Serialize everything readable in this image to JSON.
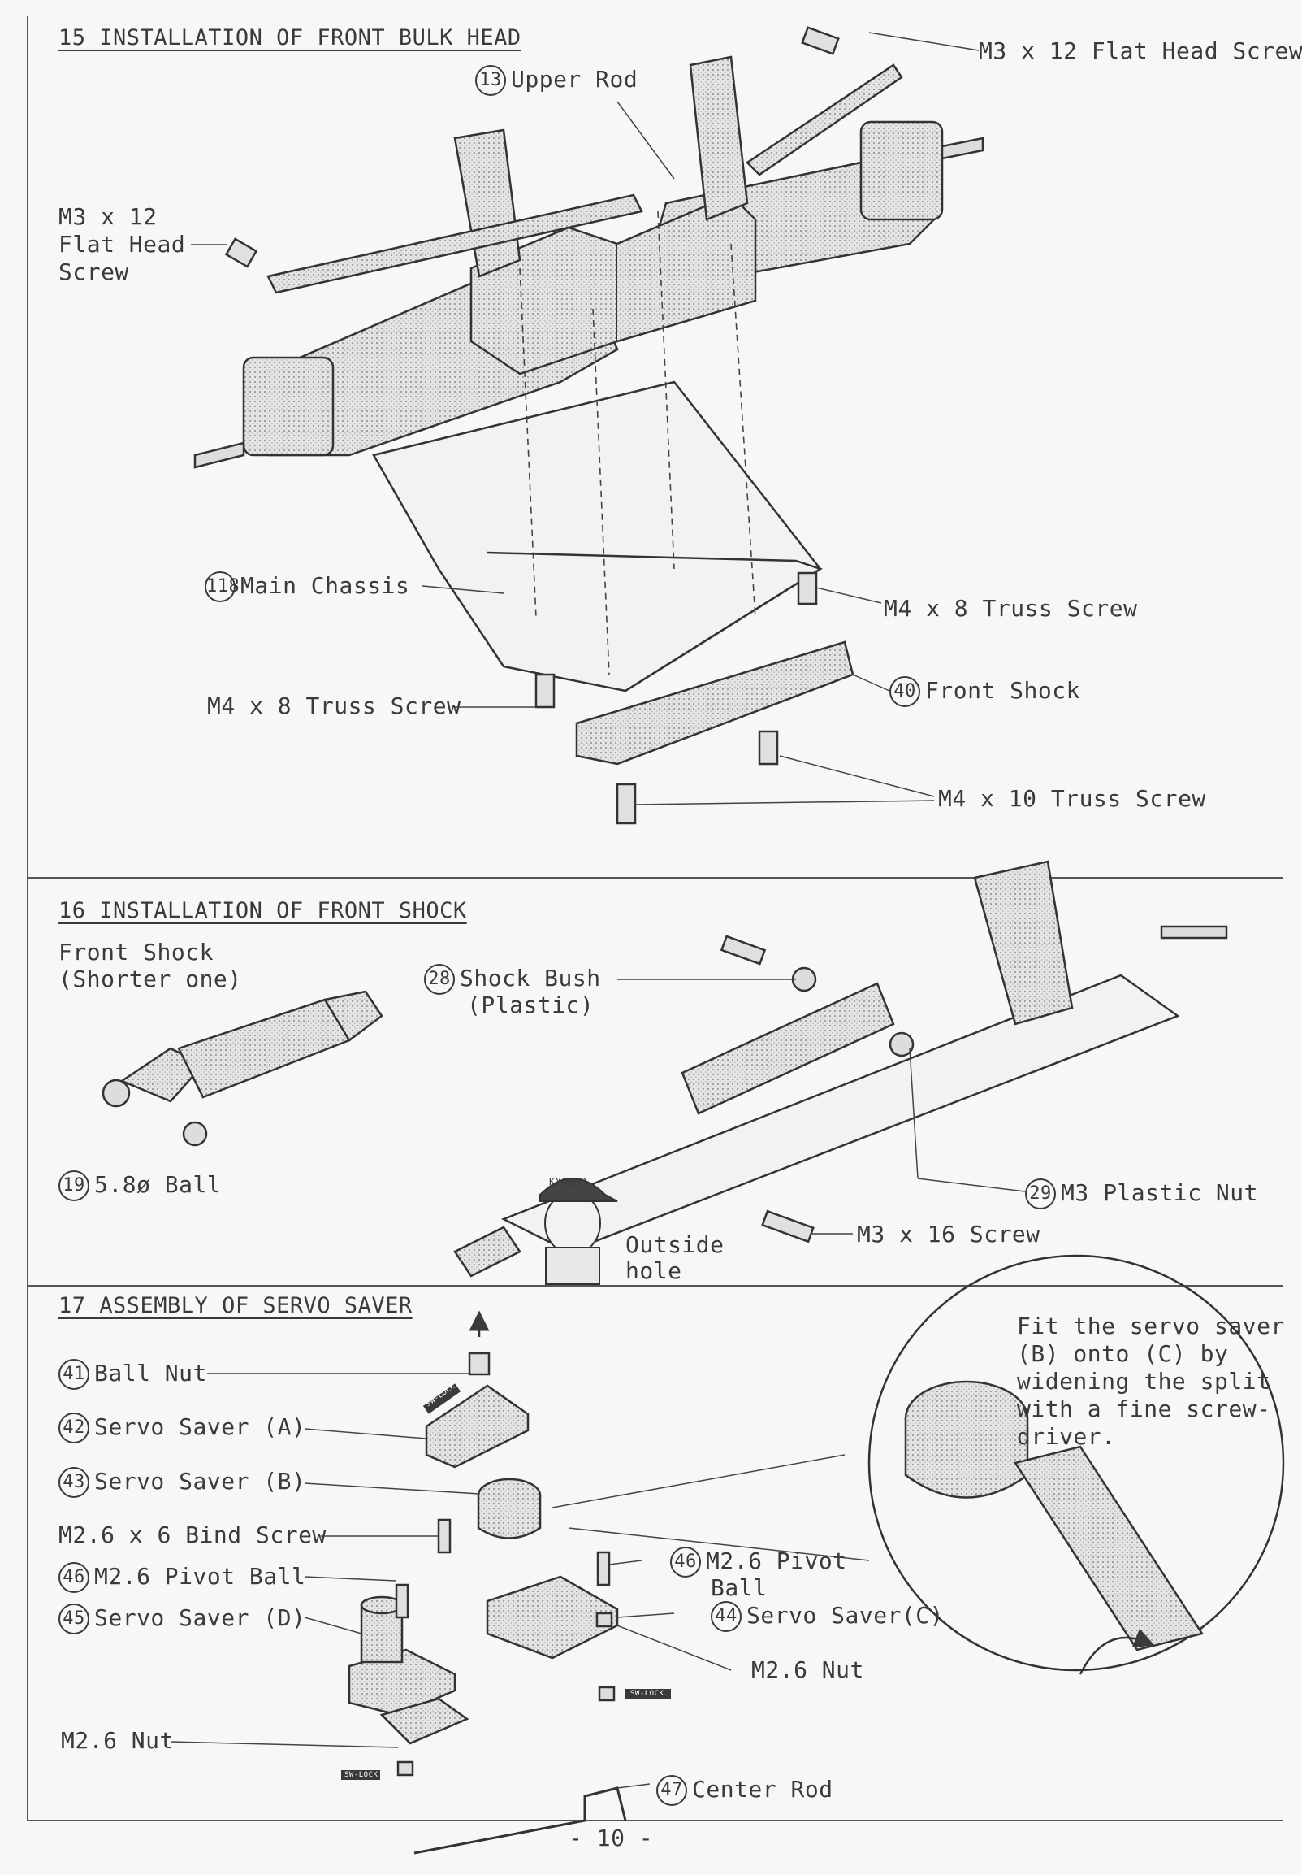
{
  "sections": {
    "s15": {
      "title": "15 INSTALLATION OF FRONT BULK HEAD",
      "labels": {
        "flat_screw_top": "M3 x 12 Flat Head Screw",
        "upper_rod_num": "13",
        "upper_rod": "Upper Rod",
        "flat_screw_left_1": "M3 x 12",
        "flat_screw_left_2": "Flat Head",
        "flat_screw_left_3": "Screw",
        "main_chassis_num": "118",
        "main_chassis": "Main Chassis",
        "truss_right": "M4 x 8 Truss Screw",
        "front_shock_num": "40",
        "front_shock": "Front Shock",
        "truss_left": "M4 x 8 Truss Screw",
        "truss_m4x10": "M4 x 10 Truss Screw"
      }
    },
    "s16": {
      "title": "16 INSTALLATION OF FRONT SHOCK",
      "labels": {
        "front_shock_1": "Front Shock",
        "front_shock_2": "(Shorter one)",
        "shock_bush_num": "28",
        "shock_bush_1": "Shock Bush",
        "shock_bush_2": "(Plastic)",
        "ball_num": "19",
        "ball": "5.8ø Ball",
        "plastic_nut_num": "29",
        "plastic_nut": "M3 Plastic Nut",
        "screw_m3x16": "M3 x 16 Screw",
        "outside_1": "Outside",
        "outside_2": "hole",
        "cap_text": "KYOSHO"
      }
    },
    "s17": {
      "title": "17 ASSEMBLY OF SERVO SAVER",
      "labels": {
        "ball_nut_num": "41",
        "ball_nut": "Ball Nut",
        "saver_a_num": "42",
        "saver_a": "Servo Saver (A)",
        "saver_b_num": "43",
        "saver_b": "Servo Saver (B)",
        "bind_screw": "M2.6 x 6 Bind Screw",
        "pivot_left_num": "46",
        "pivot_left": "M2.6 Pivot Ball",
        "saver_d_num": "45",
        "saver_d": "Servo Saver (D)",
        "nut_left": "M2.6 Nut",
        "pivot_right_num": "46",
        "pivot_right_1": "M2.6 Pivot",
        "pivot_right_2": "Ball",
        "saver_c_num": "44",
        "saver_c": "Servo Saver(C)",
        "nut_right": "M2.6 Nut",
        "center_rod_num": "47",
        "center_rod": "Center Rod",
        "note_1": "Fit the servo saver",
        "note_2": "(B) onto (C) by",
        "note_3": "widening the split",
        "note_4": "with a fine screw-",
        "note_5": "driver.",
        "sw_lock": "SW-LOCK"
      }
    }
  },
  "page_number": "- 10 -",
  "colors": {
    "ink": "#3a3a3a",
    "paper": "#f7f7f5",
    "part_fill": "#d9d9d9"
  }
}
